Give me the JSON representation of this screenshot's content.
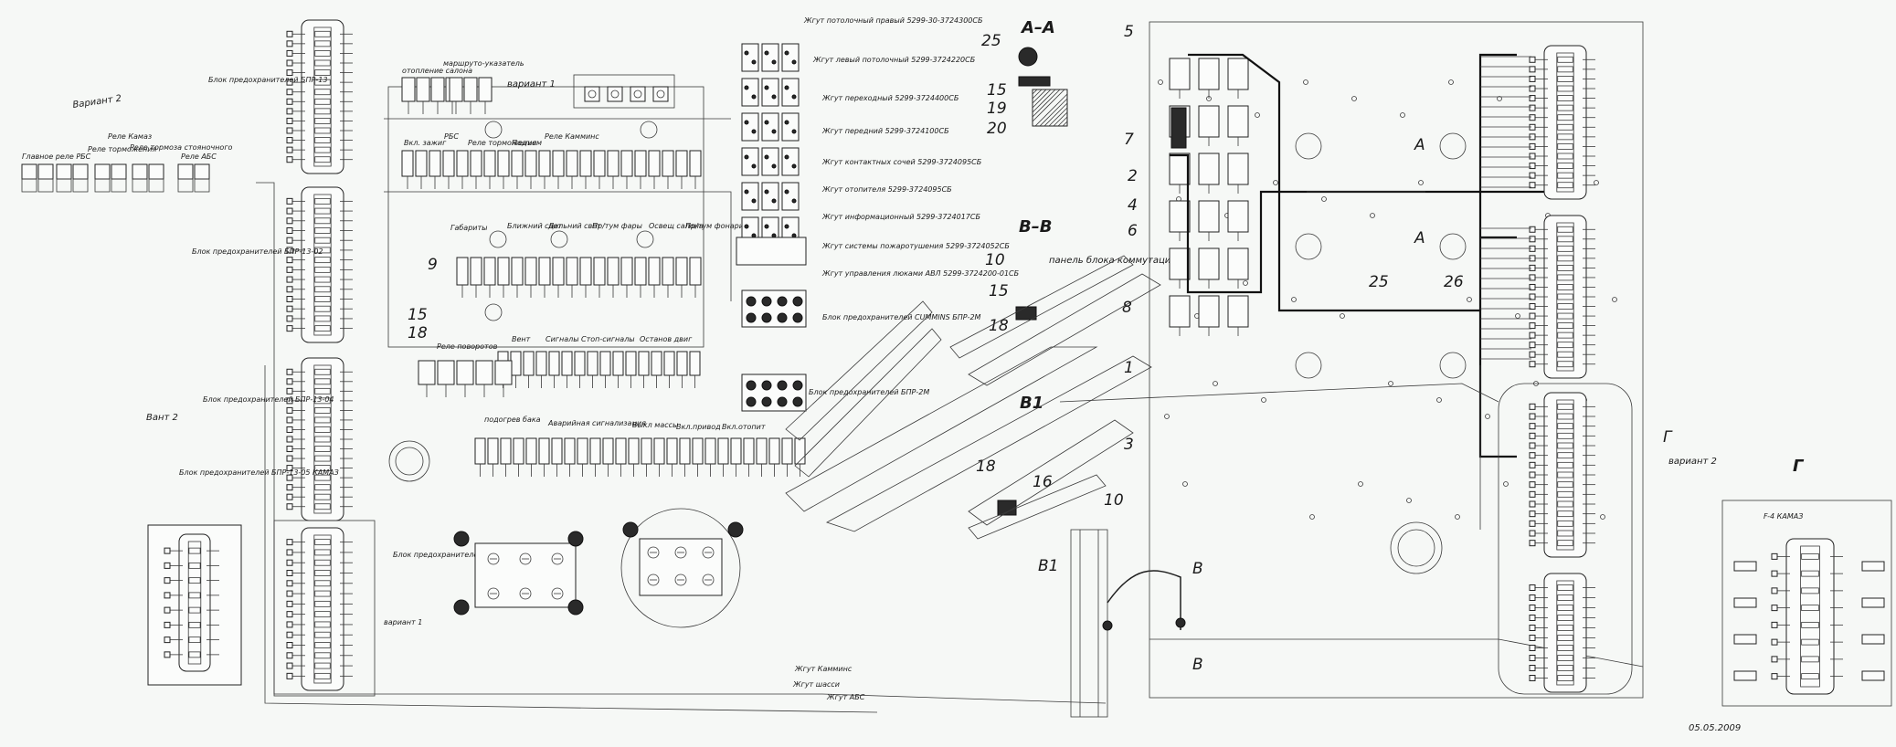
{
  "labels": {
    "variant2_top": "Вариант 2",
    "kamaz_relay": "Реле Камаз",
    "main_relay": "Главное реле РБС",
    "brake_relay_short": "Реле торможения",
    "parking_relay": "Реле тормоза стояночного",
    "abs_relay": "Реле АБС",
    "heating": "отопление салона",
    "route_indicator": "маршруто-указатель",
    "variant1": "вариант 1",
    "rbs": "РБС",
    "ignition": "Вкл. зажиг",
    "brake_relay": "Реле торможения",
    "lift": "Подъем",
    "cummins_relay": "Реле Камминс",
    "dimensions": "Габариты",
    "near_light": "Ближний свет",
    "far_light": "Дальний свет",
    "fog_front": "Пр/тум фары",
    "cabin_light": "Освещ салона",
    "fog_rear": "Пр/тум фонари",
    "turn_relay": "Реле поворотов",
    "vent": "Вент",
    "signals": "Сигналы",
    "stop_signals": "Стоп-сигналы",
    "engine_stop": "Останов двиг",
    "tank_heating": "подогрев бака",
    "emergency_signal": "Аварийная сигнализация",
    "mass_switch": "Выкл массы",
    "drive_switch": "Вкл.привод",
    "heater_switch": "Вкл.отопит",
    "block_bpr13": "Блок предохранителей БПР-13",
    "block_bpr1302": "Блок предохранителей БПР-13-02",
    "block_bpr1304": "Блок предохранителей БПР-13-04",
    "block_bpr1305": "Блок предохранителей БПР-13-05",
    "block_bpr1305_kamaz": "Блок предохранителей БПР-13-05 КАМАЗ",
    "variant2_left": "Вант 2",
    "block_cummins": "Блок предохранителей CUMMINS БПР-2М",
    "block_bpr2m": "Блок предохранителей БПР-2М",
    "harness_cummins": "Жгут Камминс",
    "harness_chassis": "Жгут шасси",
    "harness_abs": "Жгут АБС",
    "gr1": "Жгут потолочный правый 5299-30-3724300СБ",
    "gr2": "Жгут левый потолочный 5299-3724220СБ",
    "gr3": "Жгут переходный 5299-3724400СБ",
    "gr4": "Жгут передний 5299-3724100СБ",
    "gr5": "Жгут контактных сочей 5299-3724095СБ",
    "gr6": "Жгут отопителя 5299-3724095СБ",
    "gr7": "Жгут информационный 5299-3724017СБ",
    "gr8": "Жгут системы пожаротушения 5299-3724052СБ",
    "gr9": "Жгут управления люками АВЛ 5299-3724200-01СБ",
    "section_aa": "А–А",
    "section_bb": "В–В",
    "panel": "панель блока коммутации",
    "b1": "В1",
    "b": "В",
    "a": "А",
    "g": "Г",
    "variant2_right": "вариант 2",
    "f4": "F-4 КАМАЗ",
    "date": "05.05.2009",
    "variant1_small": "вариант 1"
  },
  "numbers": {
    "n25": "25",
    "n15": "15",
    "n19": "19",
    "n20": "20",
    "n10": "10",
    "n18": "18",
    "n16": "16",
    "n9": "9",
    "n5": "5",
    "n7": "7",
    "n2": "2",
    "n4": "4",
    "n6": "6",
    "n8": "8",
    "n1": "1",
    "n3": "3",
    "n26": "26"
  }
}
